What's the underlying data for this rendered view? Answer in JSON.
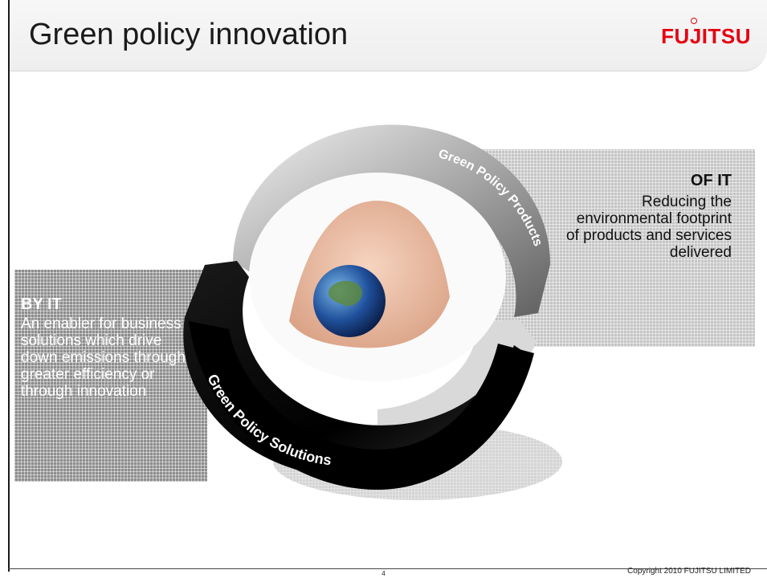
{
  "slide": {
    "title": "Green policy innovation",
    "logo": "FUJITSU",
    "page_number": "4",
    "copyright": "Copyright 2010 FUJITSU LIMITED"
  },
  "of_it": {
    "heading": "OF IT",
    "body": "Reducing the environmental footprint of products and services delivered"
  },
  "by_it": {
    "heading": "BY IT",
    "body": "An enabler for business solutions which drive down emissions through greater efficiency or through innovation"
  },
  "ring": {
    "products_label": "Green Policy Products",
    "solutions_label": "Green Policy Solutions"
  },
  "colors": {
    "brand_red": "#e60012",
    "dark_ring": "#000000",
    "grey_ring": "#9a9a9a"
  }
}
